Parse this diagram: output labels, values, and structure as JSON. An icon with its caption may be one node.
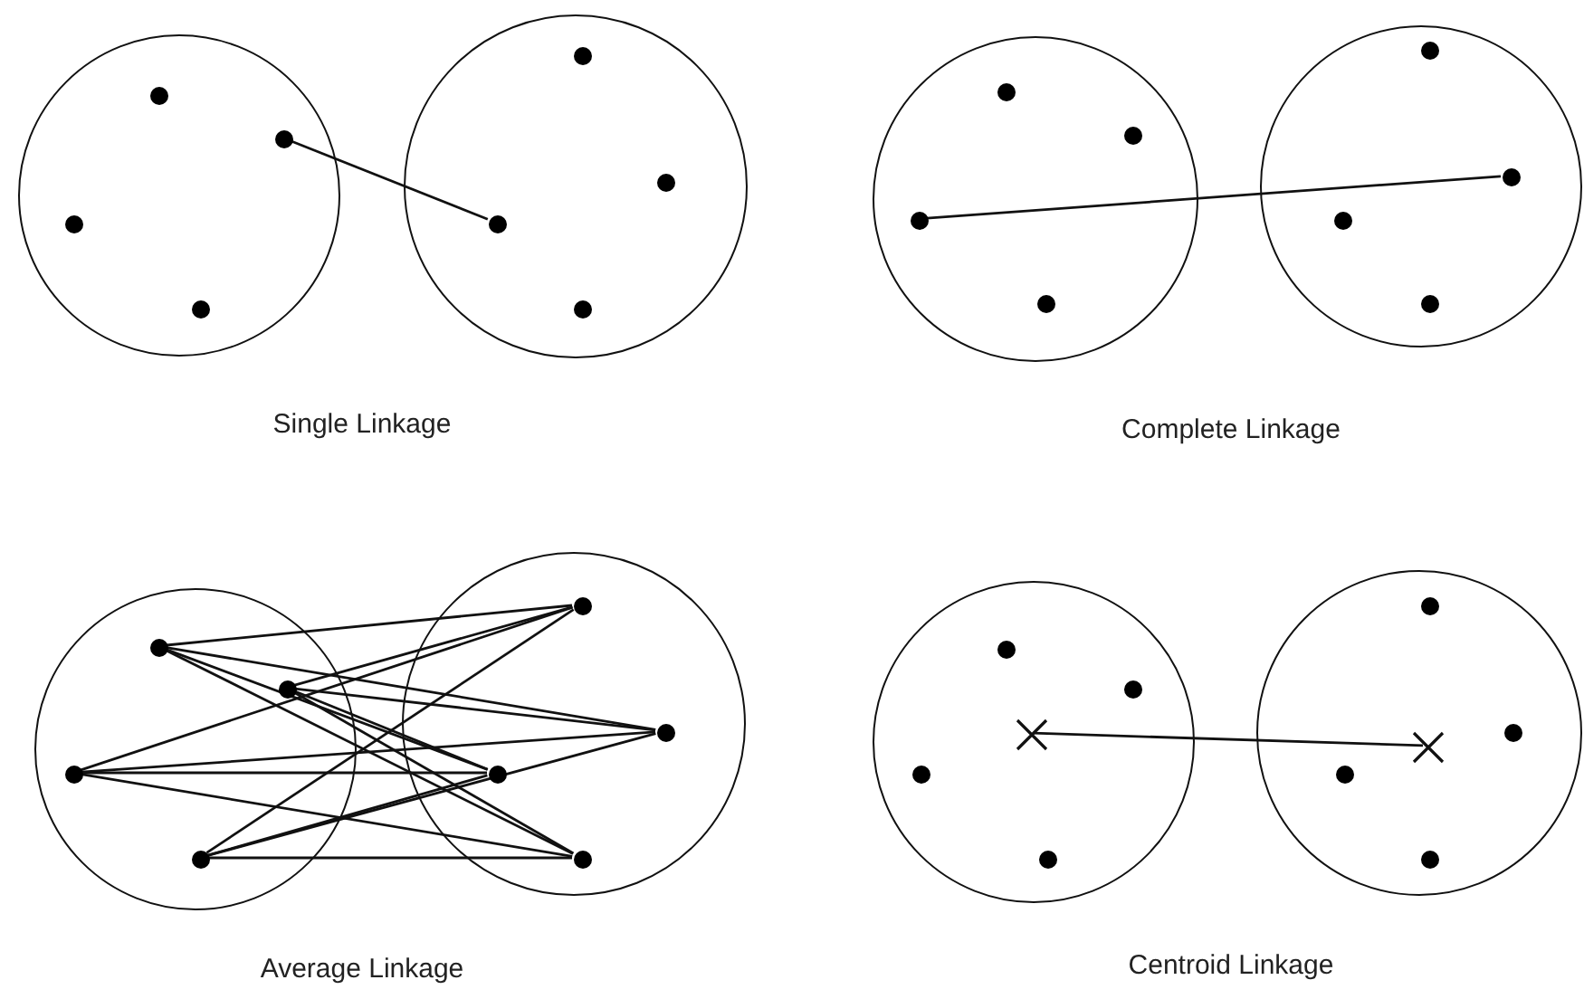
{
  "diagram": {
    "nodes": [
      {
        "text": [],
        "shape": "circle"
      },
      {
        "text": [],
        "shape": "dot",
        "in": 0
      },
      {
        "text": [],
        "shape": "dot",
        "in": 0
      },
      {
        "text": [],
        "shape": "dot",
        "in": 0
      },
      {
        "text": [],
        "shape": "dot",
        "in": 0
      },
      {
        "text": [],
        "shape": "circle"
      },
      {
        "text": [],
        "shape": "dot",
        "in": 5
      },
      {
        "text": [],
        "shape": "dot",
        "in": 5
      },
      {
        "text": [],
        "shape": "dot",
        "in": 5
      },
      {
        "text": [],
        "shape": "dot",
        "in": 5
      },
      {
        "text": [],
        "shape": "circle"
      },
      {
        "text": [],
        "shape": "dot",
        "in": 10
      },
      {
        "text": [],
        "shape": "dot",
        "in": 10
      },
      {
        "text": [],
        "shape": "dot",
        "in": 10
      },
      {
        "text": [],
        "shape": "dot",
        "in": 10
      },
      {
        "text": [],
        "shape": "circle"
      },
      {
        "text": [],
        "shape": "dot",
        "in": 15
      },
      {
        "text": [],
        "shape": "dot",
        "in": 15
      },
      {
        "text": [],
        "shape": "dot",
        "in": 15
      },
      {
        "text": [],
        "shape": "dot",
        "in": 15
      },
      {
        "text": [],
        "shape": "circle"
      },
      {
        "text": [],
        "shape": "dot",
        "in": 20
      },
      {
        "text": [],
        "shape": "dot",
        "in": 20
      },
      {
        "text": [],
        "shape": "dot",
        "in": 20
      },
      {
        "text": [],
        "shape": "dot",
        "in": 20
      },
      {
        "text": [],
        "shape": "circle"
      },
      {
        "text": [],
        "shape": "dot",
        "in": 25
      },
      {
        "text": [],
        "shape": "dot",
        "in": 25
      },
      {
        "text": [],
        "shape": "dot",
        "in": 25
      },
      {
        "text": [],
        "shape": "dot",
        "in": 25
      },
      {
        "text": [],
        "shape": "circle"
      },
      {
        "text": [],
        "shape": "dot",
        "in": 30
      },
      {
        "text": [],
        "shape": "dot",
        "in": 30
      },
      {
        "text": [],
        "shape": "cross",
        "in": 30
      },
      {
        "text": [],
        "shape": "dot",
        "in": 30
      },
      {
        "text": [],
        "shape": "dot",
        "in": 30
      },
      {
        "text": [],
        "shape": "circle"
      },
      {
        "text": [],
        "shape": "dot",
        "in": 36
      },
      {
        "text": [],
        "shape": "dot",
        "in": 36
      },
      {
        "text": [],
        "shape": "cross",
        "in": 36
      },
      {
        "text": [],
        "shape": "dot",
        "in": 36
      },
      {
        "text": [],
        "shape": "dot",
        "in": 36
      }
    ],
    "edges": [
      {
        "from": 2,
        "to": 8,
        "arrow": "none"
      },
      {
        "from": 13,
        "to": 17,
        "arrow": "none"
      },
      {
        "from": 21,
        "to": 26,
        "arrow": "none"
      },
      {
        "from": 21,
        "to": 27,
        "arrow": "none"
      },
      {
        "from": 21,
        "to": 28,
        "arrow": "none"
      },
      {
        "from": 21,
        "to": 29,
        "arrow": "none"
      },
      {
        "from": 22,
        "to": 26,
        "arrow": "none"
      },
      {
        "from": 22,
        "to": 27,
        "arrow": "none"
      },
      {
        "from": 22,
        "to": 28,
        "arrow": "none"
      },
      {
        "from": 22,
        "to": 29,
        "arrow": "none"
      },
      {
        "from": 23,
        "to": 26,
        "arrow": "none"
      },
      {
        "from": 23,
        "to": 27,
        "arrow": "none"
      },
      {
        "from": 23,
        "to": 28,
        "arrow": "none"
      },
      {
        "from": 23,
        "to": 29,
        "arrow": "none"
      },
      {
        "from": 24,
        "to": 26,
        "arrow": "none"
      },
      {
        "from": 24,
        "to": 27,
        "arrow": "none"
      },
      {
        "from": 24,
        "to": 28,
        "arrow": "none"
      },
      {
        "from": 24,
        "to": 29,
        "arrow": "none"
      },
      {
        "from": 33,
        "to": 39,
        "arrow": "none"
      }
    ],
    "labels": [
      "Single Linkage",
      "Complete Linkage",
      "Average Linkage",
      "Centroid Linkage"
    ]
  }
}
